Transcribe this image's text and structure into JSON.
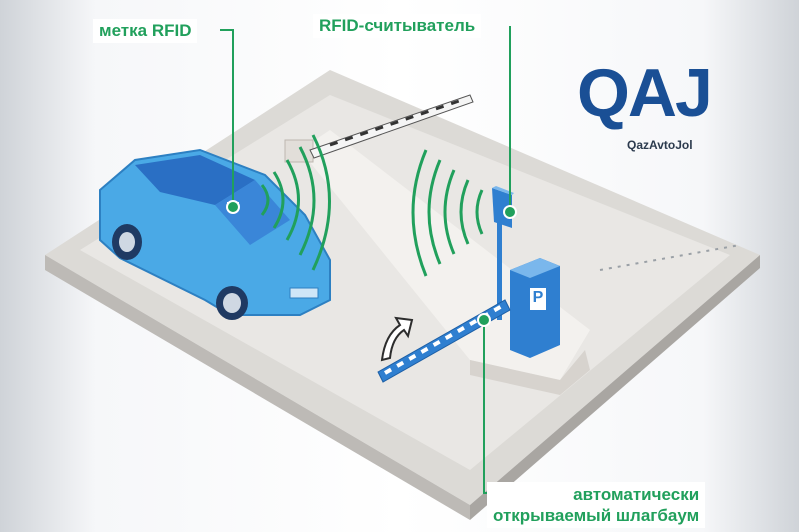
{
  "labels": {
    "rfid_tag": "метка RFID",
    "rfid_reader": "RFID-считыватель",
    "barrier_line1": "автоматически",
    "barrier_line2": "открываемый шлагбаум",
    "parking_sign": "P"
  },
  "logo": {
    "name": "QAJ",
    "subtitle": "QazAvtoJol"
  },
  "colors": {
    "accent_green": "#21a05c",
    "car_blue": "#4aa9e6",
    "barrier_blue": "#2f7fd0",
    "logo_blue": "#1a4f95"
  }
}
